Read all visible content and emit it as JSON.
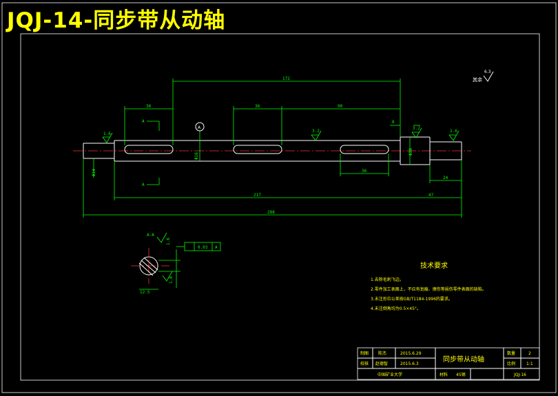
{
  "title": "JQJ-14-同步带从动轴",
  "dimensions": {
    "d172": "172",
    "d36a": "36",
    "d36b": "36",
    "d90": "90",
    "d36c": "36",
    "d217": "217",
    "d47": "47",
    "d288": "288",
    "d24": "24",
    "d8": "8",
    "dia_left": "Φ14",
    "dia_mid": "Φ16",
    "dia_right": "Φ20"
  },
  "roughness": {
    "r_left": "1.6",
    "r_mid": "3.2",
    "r_right1": "3.2",
    "r_right2": "1.6",
    "r_other": "6.3",
    "r_other_label": "其余"
  },
  "section": {
    "label": "A-A",
    "tol_value": "0.03",
    "tol_datum": "A",
    "r1": "1.6",
    "r2": "1.6",
    "dim_bottom": "12.5",
    "datum_label": "A"
  },
  "notes": {
    "heading": "技术要求",
    "items": [
      "1.去除毛刺飞边。",
      "2.零件加工表面上，不应有划痕、擦伤等损伤零件表面的缺陷。",
      "3.未注形位公差按GB/T1184-1996的要求。",
      "4.未注倒角均为0.5×45°。"
    ]
  },
  "titleblock": {
    "row1_a": "制图",
    "row1_b": "陈杰",
    "row1_c": "2015.6.29",
    "row2_a": "校核",
    "row2_b": "赵德智",
    "row2_c": "2015.6.3",
    "school": "中国矿业大学",
    "part_name": "同步带从动轴",
    "material_label": "材料",
    "material": "45钢",
    "qty_label": "数量",
    "qty": "2",
    "scale_label": "比例",
    "scale": "1:1",
    "code": "JQJ-16"
  }
}
